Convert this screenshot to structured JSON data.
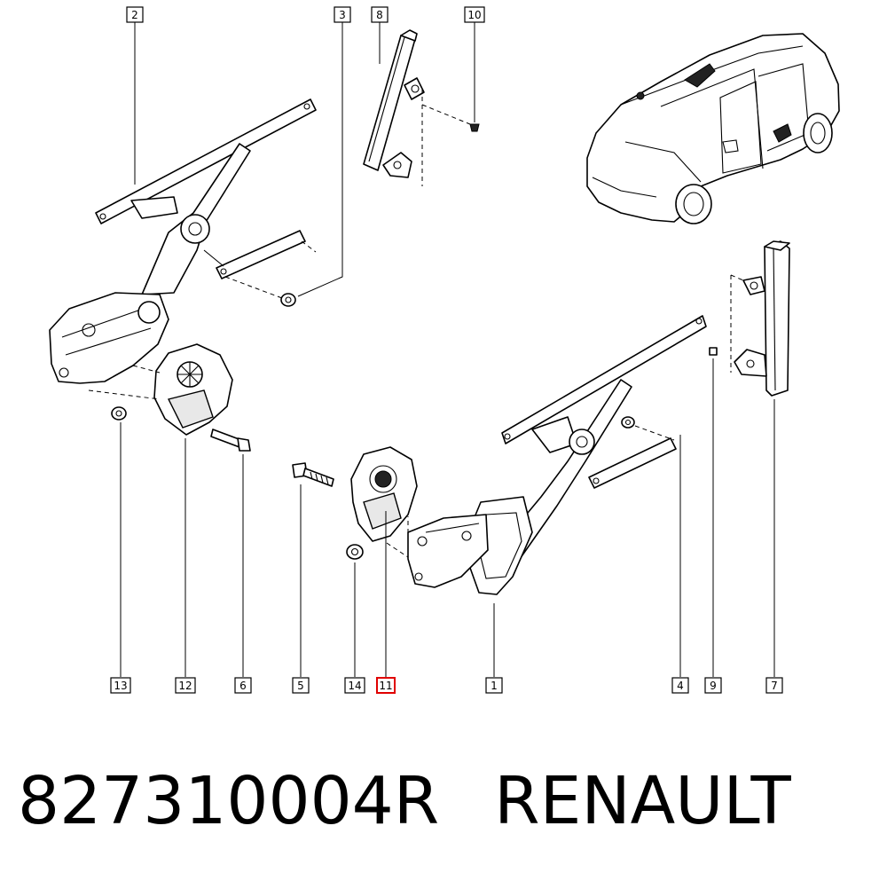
{
  "callouts": [
    {
      "label": "2",
      "highlight": false
    },
    {
      "label": "3",
      "highlight": false
    },
    {
      "label": "8",
      "highlight": false
    },
    {
      "label": "10",
      "highlight": false
    },
    {
      "label": "13",
      "highlight": false
    },
    {
      "label": "12",
      "highlight": false
    },
    {
      "label": "6",
      "highlight": false
    },
    {
      "label": "5",
      "highlight": false
    },
    {
      "label": "14",
      "highlight": false
    },
    {
      "label": "11",
      "highlight": true
    },
    {
      "label": "1",
      "highlight": false
    },
    {
      "label": "4",
      "highlight": false
    },
    {
      "label": "9",
      "highlight": false
    },
    {
      "label": "7",
      "highlight": false
    }
  ],
  "footer": {
    "part_number": "827310004R",
    "brand": "RENAULT"
  },
  "colors": {
    "line": "#000000",
    "highlight": "#e00000",
    "background": "#ffffff"
  }
}
